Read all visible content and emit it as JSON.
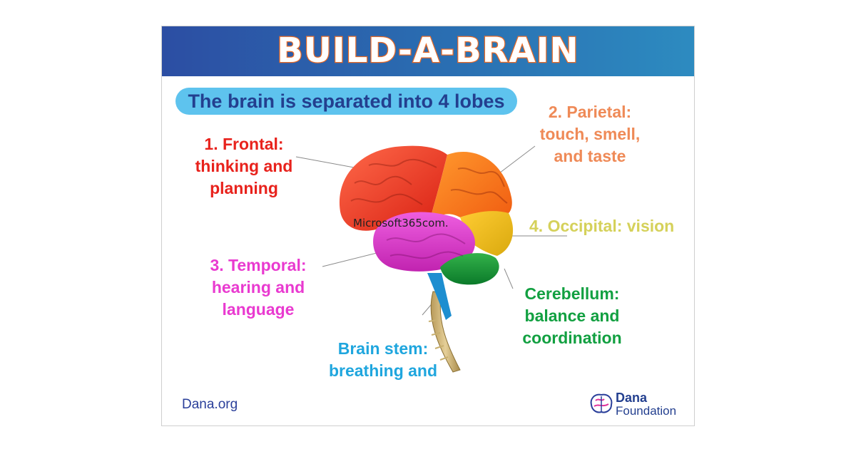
{
  "title": "BUILD-A-BRAIN",
  "subtitle": "The brain is separated into 4 lobes",
  "labels": {
    "frontal": [
      "1. Frontal:",
      "thinking and",
      "planning"
    ],
    "parietal": [
      "2. Parietal:",
      "touch, smell,",
      "and taste"
    ],
    "temporal": [
      "3. Temporal:",
      "hearing and",
      "language"
    ],
    "occipital": [
      "4. Occipital: vision"
    ],
    "cerebellum": [
      "Cerebellum:",
      "balance and",
      "coordination"
    ],
    "brain_stem": [
      "Brain stem:",
      "breathing and"
    ]
  },
  "colors": {
    "frontal": "#e8221c",
    "parietal": "#ef8a57",
    "temporal": "#e93ad0",
    "occipital": "#d5d15a",
    "cerebellum": "#12a041",
    "brain_stem": "#1fa6de",
    "title_outline": "#ea6a25",
    "banner": "#2a6fb2"
  },
  "watermark": "Microsoft365com.",
  "footer": {
    "website": "Dana.org",
    "logo_line1": "Dana",
    "logo_line2": "Foundation"
  }
}
